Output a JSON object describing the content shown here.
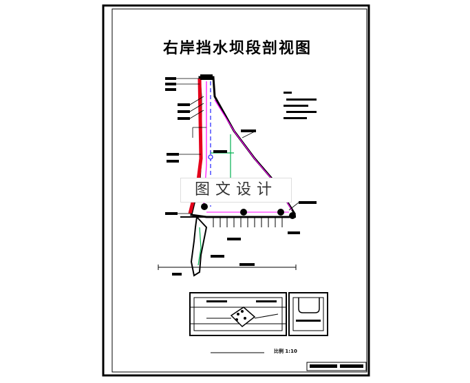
{
  "drawing": {
    "title": "右岸挡水坝段剖视图",
    "watermark": "图文设计",
    "scale": "比例 1:10"
  },
  "colors": {
    "frame": "#000000",
    "red_core": "#e4001b",
    "concrete": "#000000",
    "pipe_green": "#00b050",
    "pipe_blue": "#2020ff",
    "magenta": "#ff00ff"
  }
}
